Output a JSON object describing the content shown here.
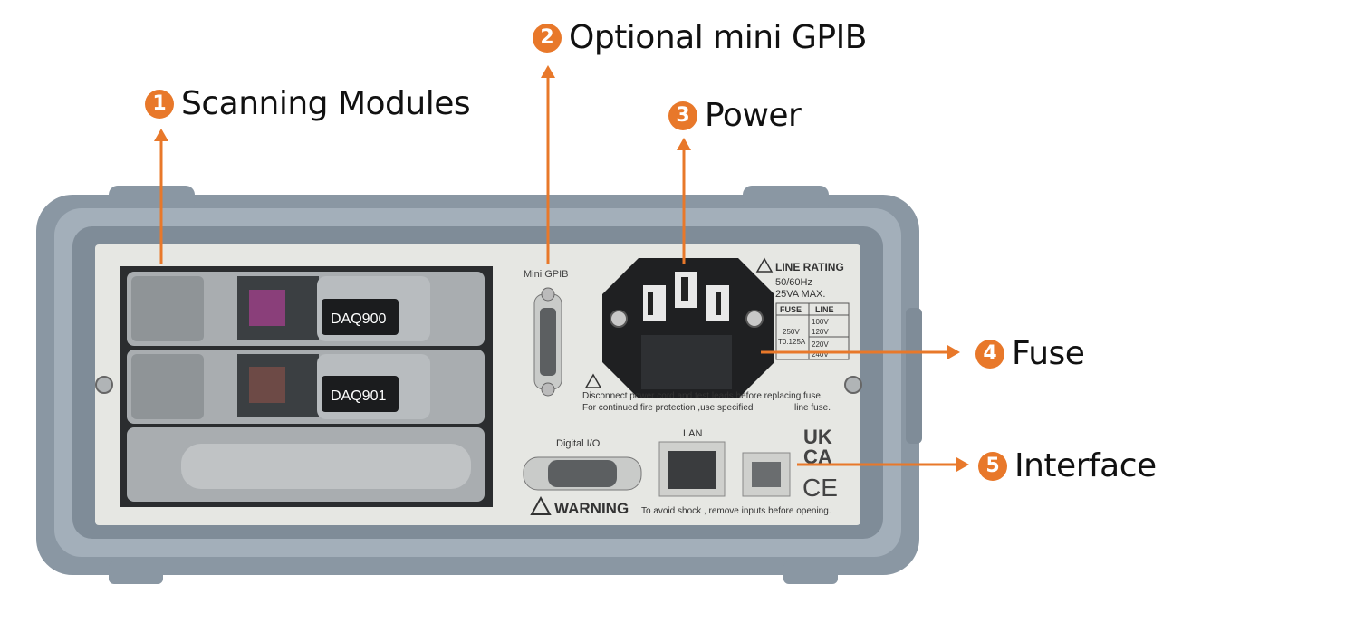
{
  "callouts": [
    {
      "num": "1",
      "label": "Scanning Modules"
    },
    {
      "num": "2",
      "label": "Optional mini GPIB"
    },
    {
      "num": "3",
      "label": "Power"
    },
    {
      "num": "4",
      "label": "Fuse"
    },
    {
      "num": "5",
      "label": "Interface"
    }
  ],
  "panel": {
    "module1": "DAQ900",
    "module2": "DAQ901",
    "mini_gpib": "Mini  GPIB",
    "line_rating_title": "LINE  RATING",
    "line_rating_freq": "50/60Hz",
    "line_rating_va": "25VA  MAX.",
    "fuse_header": "FUSE",
    "line_header": "LINE",
    "fuse_voltage": "250V",
    "fuse_rating": "T0.125A",
    "line_values": [
      "100V",
      "120V",
      "220V",
      "240V"
    ],
    "fuse_warning_1": "Disconnect power cord and test leads before replacing fuse.",
    "fuse_warning_2": "For continued fire protection ,use specified",
    "fuse_warning_3": "line fuse.",
    "digital_io": "Digital  I/O",
    "lan": "LAN",
    "ukca_1": "UK",
    "ukca_2": "CA",
    "ce": "CE",
    "warning_title": "WARNING",
    "warning_text": "To avoid shock , remove inputs before opening."
  },
  "colors": {
    "accent": "#e8782a",
    "frame": "#8a97a3",
    "panel": "#e6e7e3"
  }
}
